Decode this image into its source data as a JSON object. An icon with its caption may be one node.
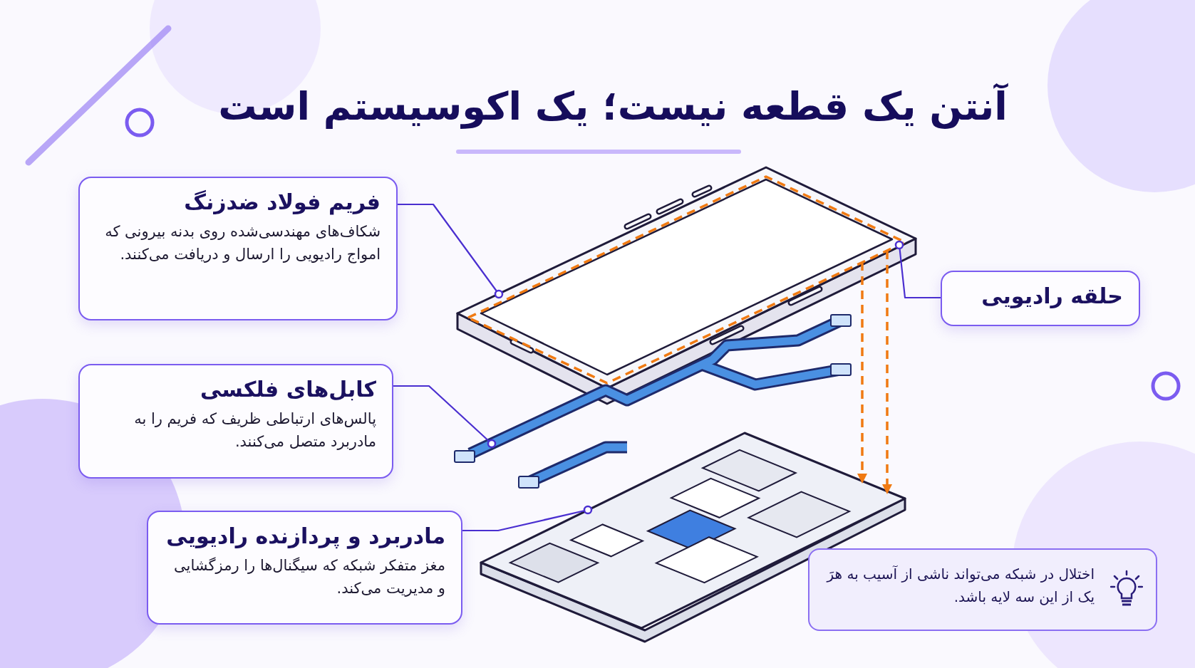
{
  "diagram": {
    "title": "آنتن یک قطعه نیست؛ یک اکوسیستم است",
    "nodes": [
      {
        "text": [
          "فریم فولاد ضدزنگ",
          "شکاف‌های مهندسی‌شده روی بدنه بیرونی که امواج رادیویی را ارسال و دریافت می‌کنند."
        ]
      },
      {
        "text": [],
        "shape": "picture"
      },
      {
        "text": [
          "حلقه رادیویی"
        ]
      },
      {
        "text": [],
        "shape": "picture"
      },
      {
        "text": [
          "کابل‌های فلکسی",
          "پالس‌های ارتباطی ظریف که فریم را به مادربرد متصل می‌کنند."
        ]
      },
      {
        "text": [],
        "shape": "picture"
      },
      {
        "text": [
          "مادربرد و پردازنده رادیویی",
          "مغز متفکر شبکه که سیگنال‌ها را رمزگشایی و مدیریت می‌کند."
        ]
      },
      {
        "text": [],
        "shape": "picture"
      },
      {
        "text": [
          "اختلال در شبکه می‌تواند ناشی از آسیب به هرَ یک از این سه لایه باشد."
        ]
      }
    ],
    "edges": [
      {
        "from": 0,
        "to": 1,
        "arrow": "other"
      },
      {
        "from": 2,
        "to": 3,
        "arrow": "other"
      },
      {
        "from": 4,
        "to": 5,
        "arrow": "other"
      },
      {
        "from": 6,
        "to": 7,
        "arrow": "other"
      },
      {
        "from": 3,
        "to": 7,
        "arrow": "to",
        "style": "dashed",
        "color": "#f07a12"
      },
      {
        "from": 3,
        "to": 7,
        "arrow": "to",
        "style": "dashed",
        "color": "#f07a12"
      }
    ]
  }
}
